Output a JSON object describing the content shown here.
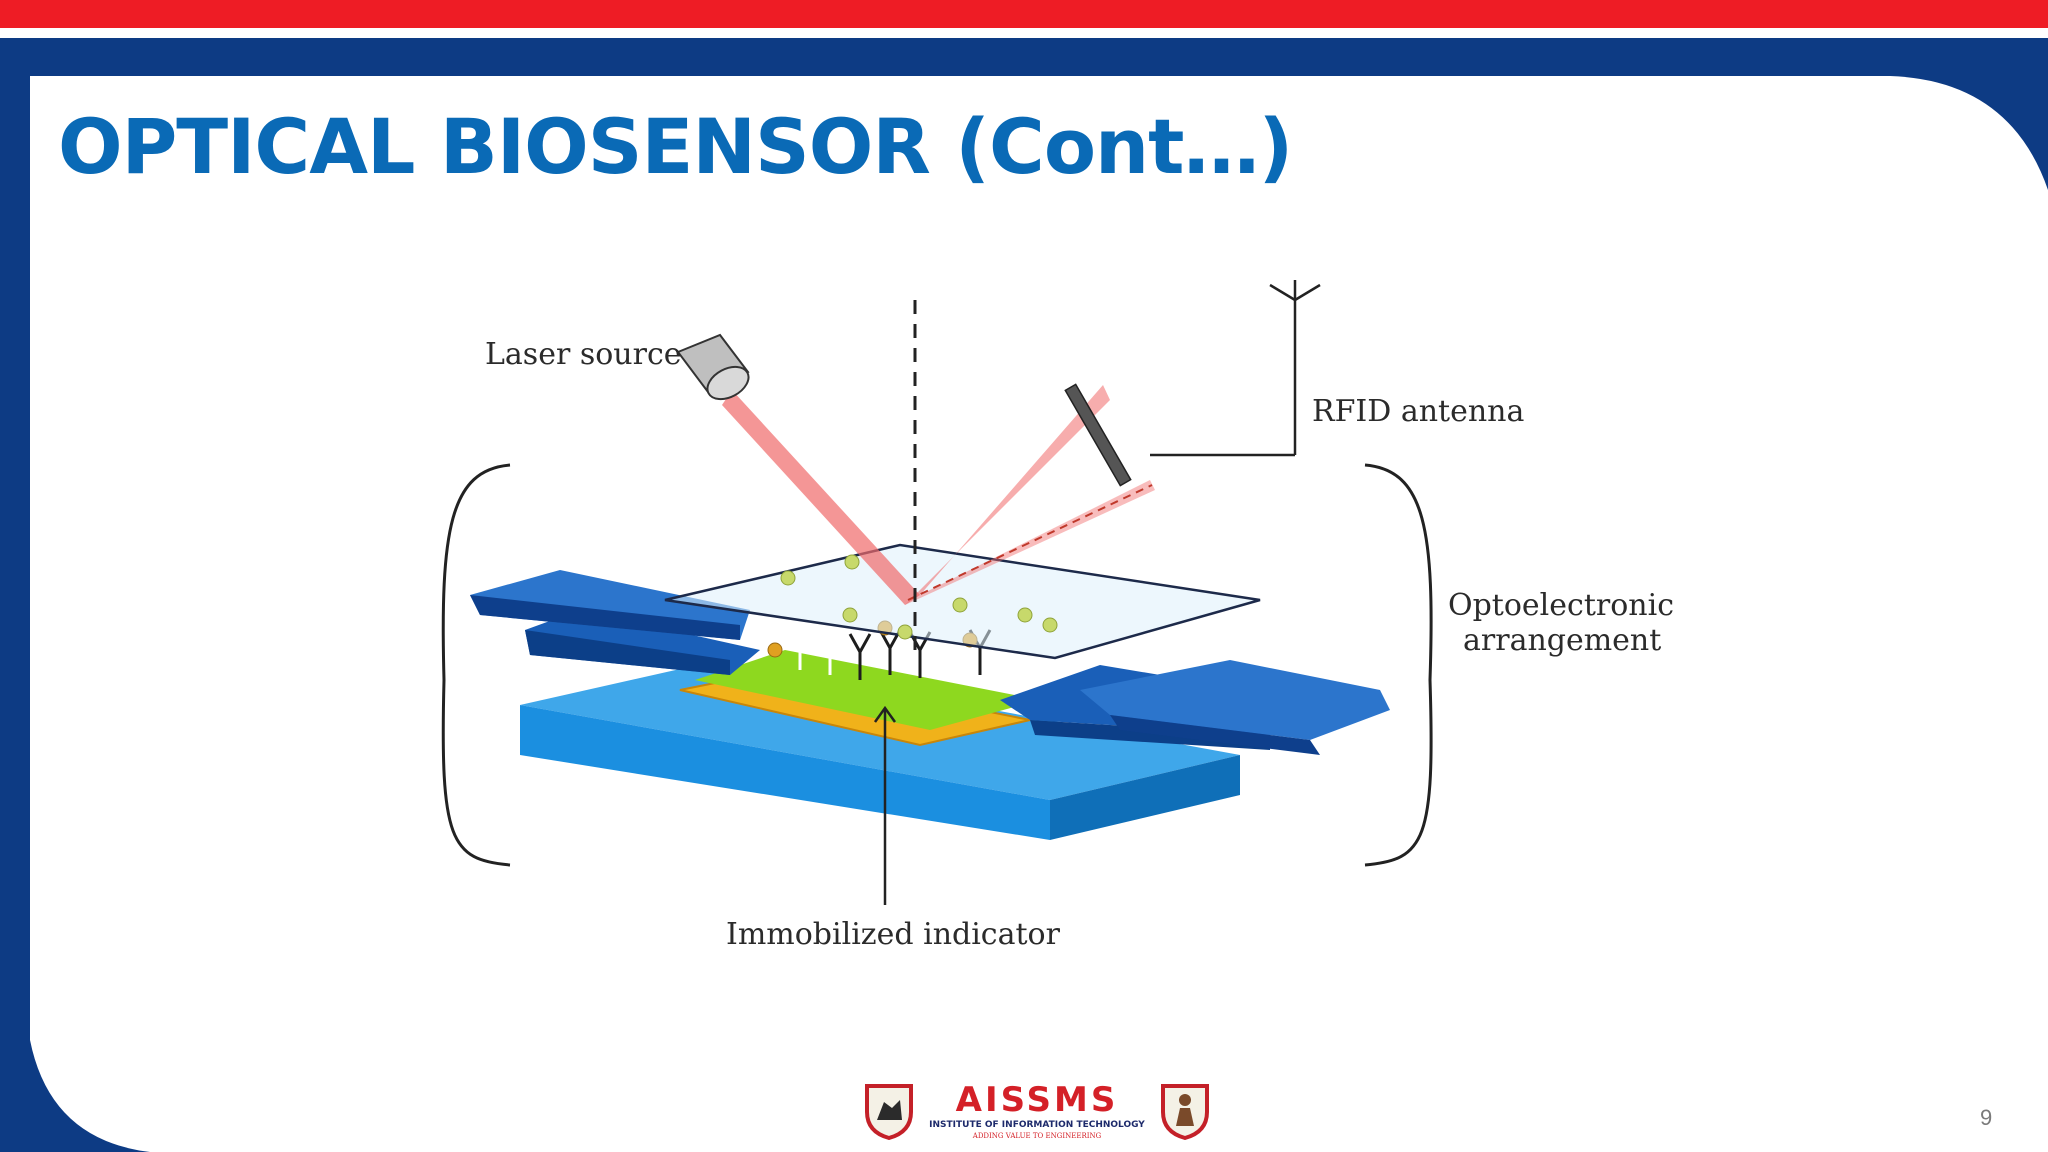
{
  "slide": {
    "title": "OPTICAL BIOSENSOR (Cont…)",
    "page_number": "9"
  },
  "diagram": {
    "labels": {
      "laser_source": "Laser source",
      "rfid_antenna": "RFID antenna",
      "optoelectronic_line1": "Optoelectronic",
      "optoelectronic_line2": "arrangement",
      "immobilized_indicator": "Immobilized indicator"
    }
  },
  "footer": {
    "brand_name": "AISSMS",
    "brand_subtitle": "INSTITUTE OF INFORMATION TECHNOLOGY",
    "brand_tagline": "ADDING VALUE TO ENGINEERING"
  },
  "colors": {
    "title": "#0a6ab6",
    "top_bar": "#ee1c25",
    "frame": "#0d3b84",
    "brand_red": "#d42027"
  }
}
